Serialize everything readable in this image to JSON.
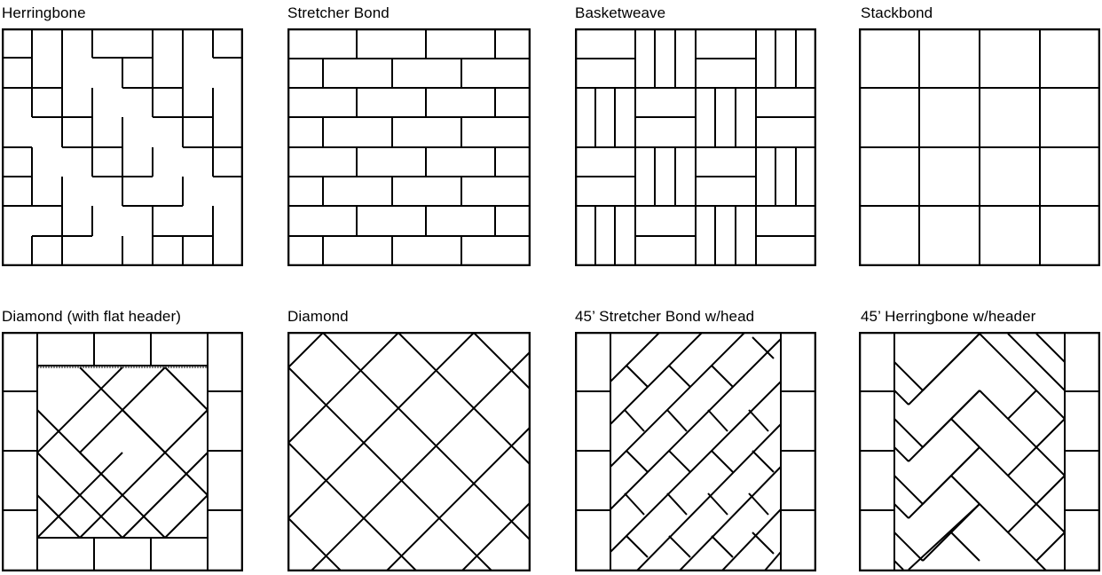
{
  "patterns": [
    {
      "name": "Herringbone"
    },
    {
      "name": "Stretcher Bond"
    },
    {
      "name": "Basketweave"
    },
    {
      "name": "Stackbond"
    },
    {
      "name": "Diamond (with flat header)"
    },
    {
      "name": "Diamond"
    },
    {
      "name": "45’ Stretcher Bond w/head"
    },
    {
      "name": "45’ Herringbone w/header"
    }
  ],
  "colors": {
    "line": "#000000",
    "background": "#ffffff"
  }
}
